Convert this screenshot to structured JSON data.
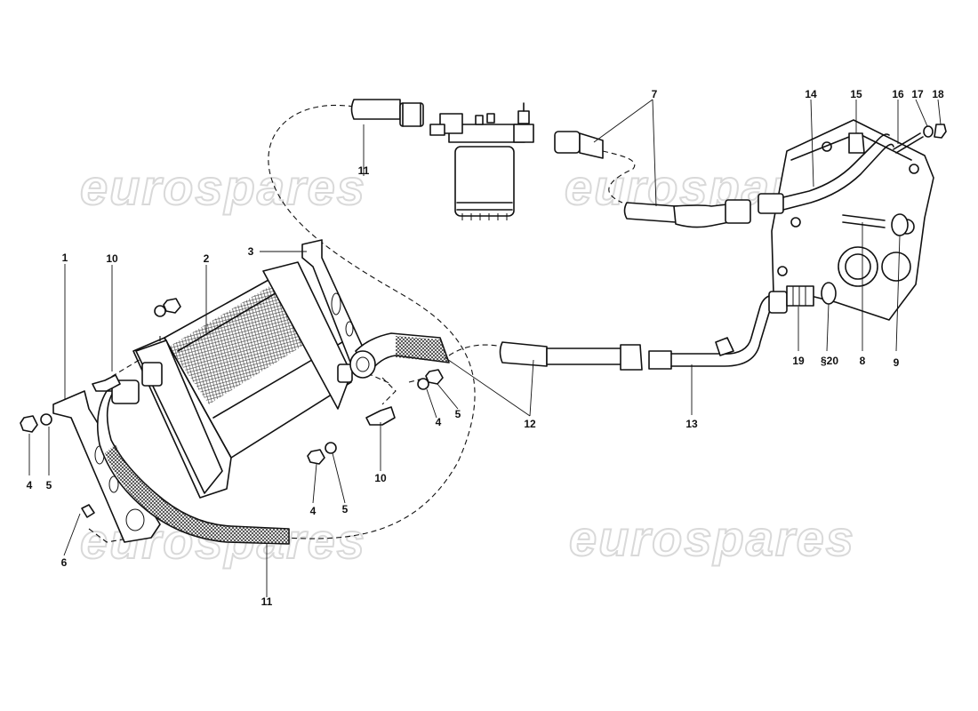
{
  "watermarks": [
    "eurospares",
    "eurospares",
    "eurospares",
    "eurospares"
  ],
  "callouts": [
    "1",
    "2",
    "3",
    "4",
    "5",
    "6",
    "7",
    "8",
    "9",
    "10",
    "10",
    "11",
    "11",
    "12",
    "13",
    "14",
    "15",
    "16",
    "17",
    "18",
    "19",
    "§20",
    "4",
    "5",
    "4",
    "5"
  ]
}
